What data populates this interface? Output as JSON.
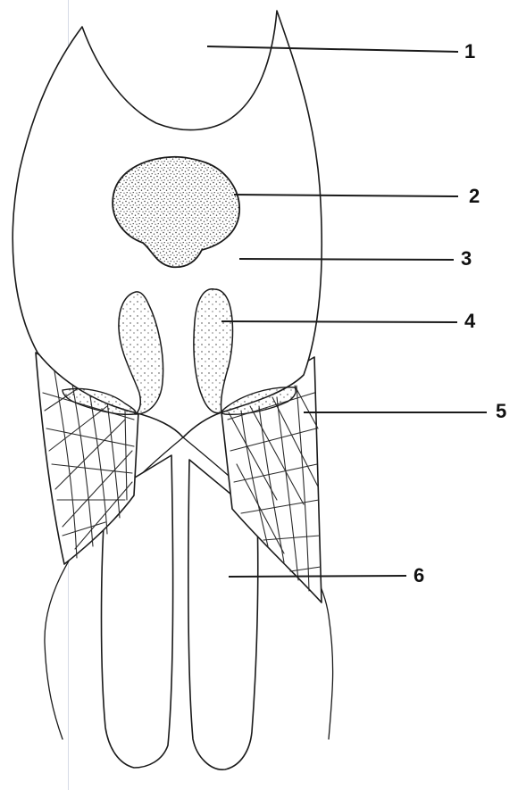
{
  "labels": [
    {
      "id": "1",
      "text": "1"
    },
    {
      "id": "2",
      "text": "2"
    },
    {
      "id": "3",
      "text": "3"
    },
    {
      "id": "4",
      "text": "4"
    },
    {
      "id": "5",
      "text": "5"
    },
    {
      "id": "6",
      "text": "6"
    }
  ],
  "colors": {
    "ink": "#1a1a1a",
    "paper": "#ffffff",
    "stipple": "#333333",
    "scan_line": "#d6dbe6"
  }
}
